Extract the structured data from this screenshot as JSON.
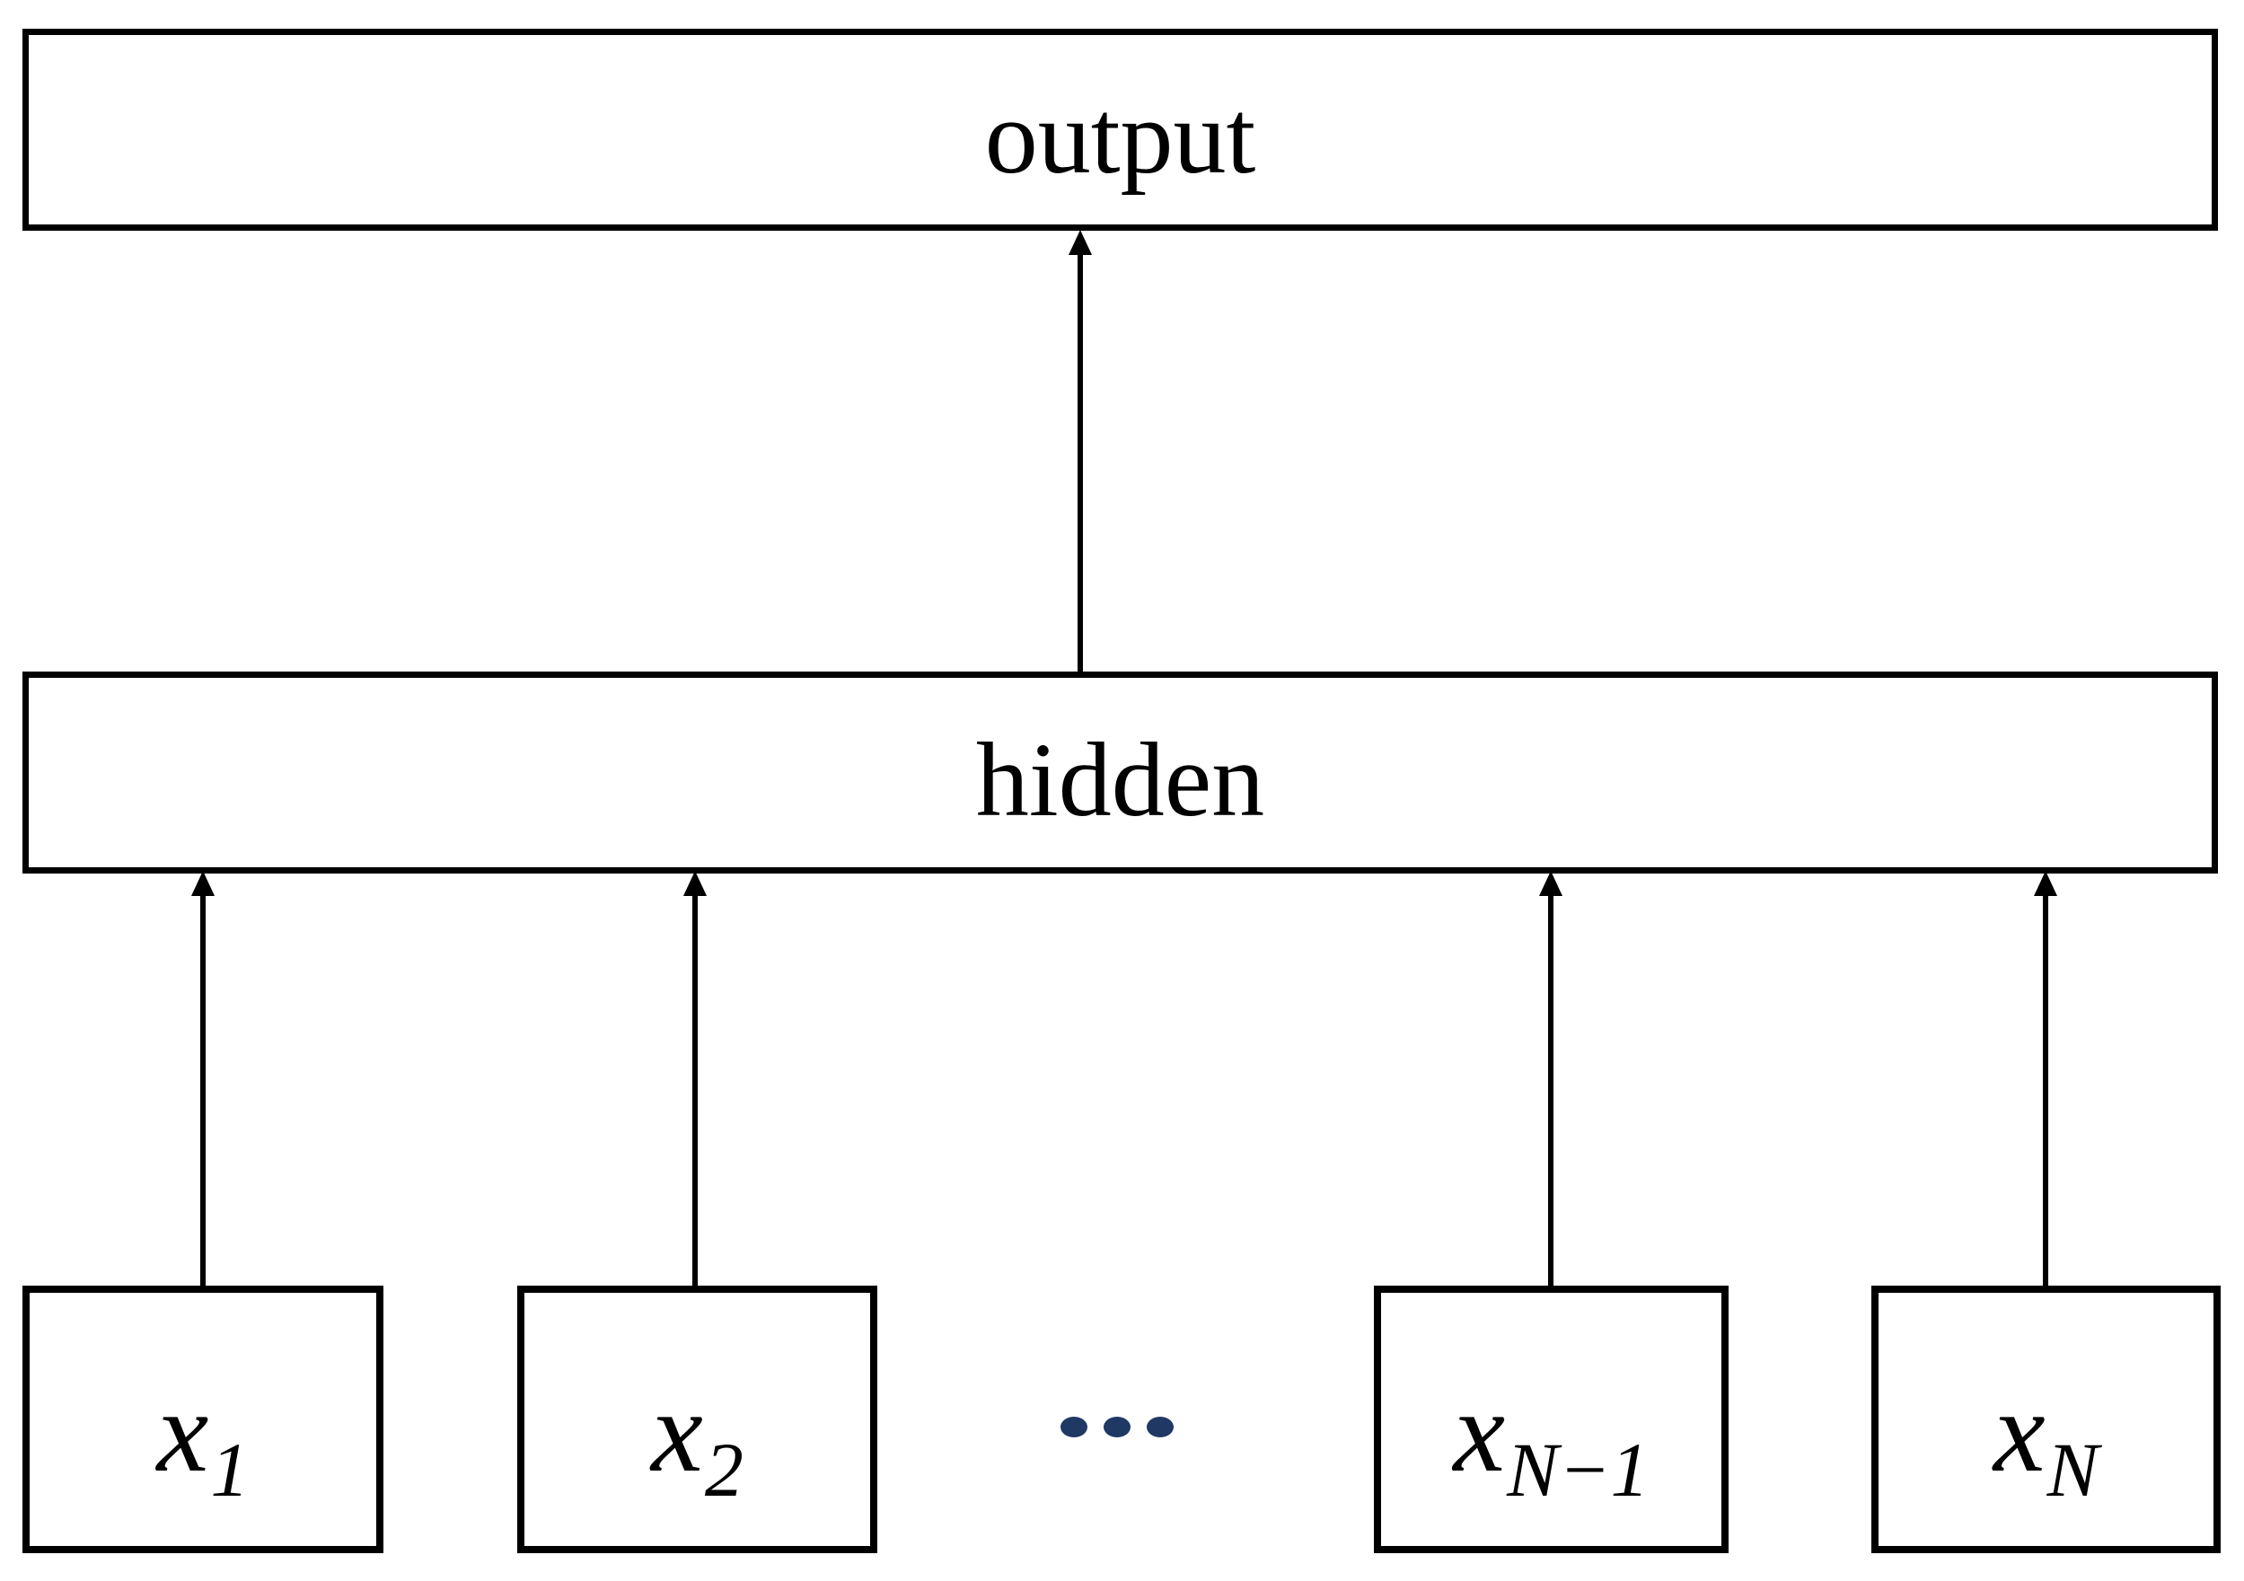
{
  "diagram": {
    "output_layer": {
      "label": "output"
    },
    "hidden_layer": {
      "label": "hidden"
    },
    "inputs": [
      {
        "base": "x",
        "sub": "1"
      },
      {
        "base": "x",
        "sub": "2"
      },
      {
        "base": "x",
        "sub": "N−1"
      },
      {
        "base": "x",
        "sub": "N"
      }
    ],
    "ellipsis_dot_count": 3,
    "arrows": [
      "hidden-to-output",
      "x1-to-hidden",
      "x2-to-hidden",
      "xN-1-to-hidden",
      "xN-to-hidden"
    ]
  },
  "colors": {
    "background": "#ffffff",
    "box_border": "#000000",
    "text": "#000000",
    "arrow": "#000000",
    "ellipsis_dot": "#1f3864"
  }
}
